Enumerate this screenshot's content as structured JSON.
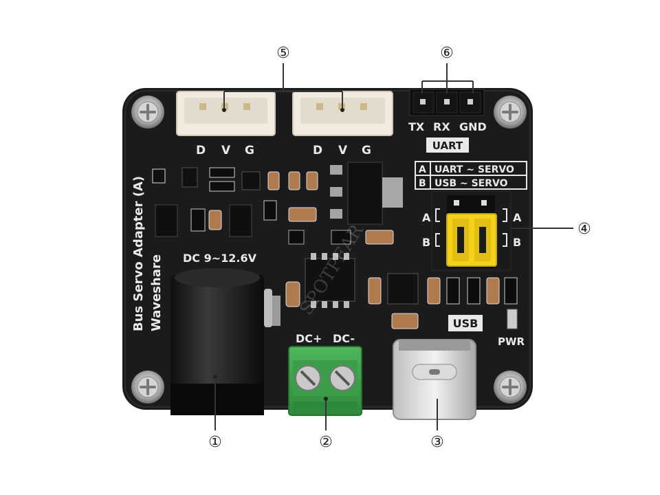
{
  "board": {
    "name": "Bus Servo Adapter (A)",
    "brand": "Waveshare",
    "servo_pins": [
      "D",
      "V",
      "G"
    ],
    "uart_pins": [
      "TX",
      "RX",
      "GND"
    ],
    "uart_label": "UART",
    "mode_table": [
      {
        "key": "A",
        "desc": "UART ~ SERVO"
      },
      {
        "key": "B",
        "desc": "USB ~ SERVO"
      }
    ],
    "jumper_side_labels": [
      "A",
      "B"
    ],
    "dc_jack_label": "DC 9~12.6V",
    "terminal_labels": [
      "DC+",
      "DC-"
    ],
    "usb_label": "USB",
    "pwr_label": "PWR"
  },
  "callouts": [
    "①",
    "②",
    "③",
    "④",
    "⑤",
    "⑥"
  ],
  "watermark": "SPOTPEAR",
  "colors": {
    "pcb": "#1b1b1d",
    "silkscreen": "#e9e9e9",
    "terminal": "#3aa04a",
    "jumper": "#f3d21a",
    "connector": "#f1ebe0"
  }
}
